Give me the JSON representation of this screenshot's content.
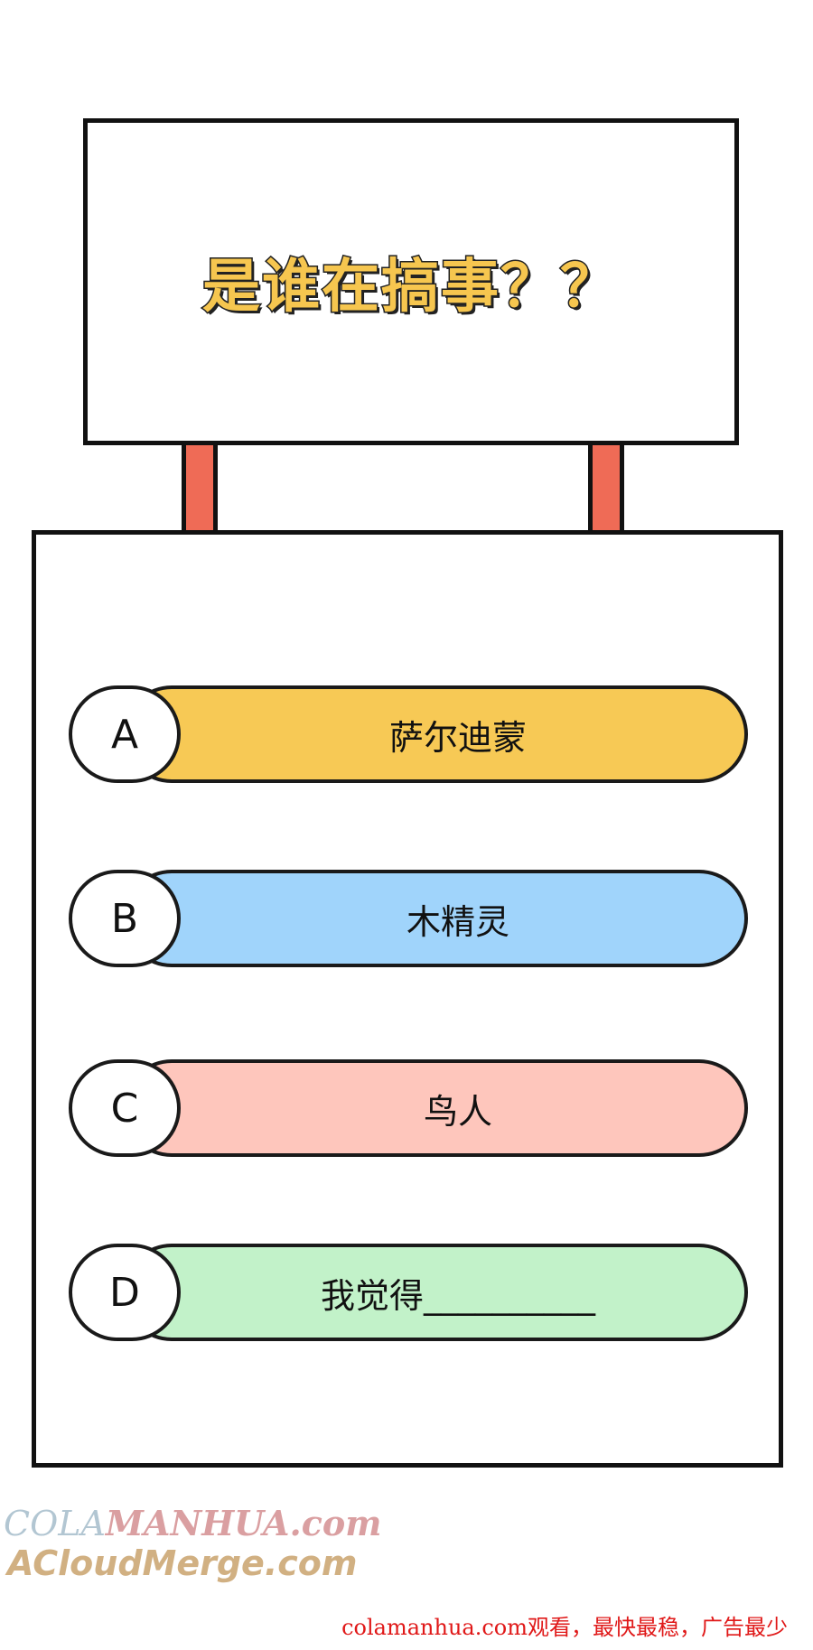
{
  "question": {
    "title": "是谁在搞事？？"
  },
  "options": [
    {
      "letter": "A",
      "text": "萨尔迪蒙",
      "color": "#f7c955"
    },
    {
      "letter": "B",
      "text": "木精灵",
      "color": "#a0d4fb"
    },
    {
      "letter": "C",
      "text": "鸟人",
      "color": "#fec6bc"
    },
    {
      "letter": "D",
      "text": "我觉得__________",
      "color": "#c2f2c9"
    }
  ],
  "watermark": {
    "line1_prefix": "COLA",
    "line1_rest": "MANHUA.com",
    "line2": "ACloudMerge.com"
  },
  "footer": {
    "note": "colamanhua.com观看，最快最稳，广告最少"
  },
  "colors": {
    "sign_post": "#ef6b56",
    "title_fill": "#f6c64f",
    "outline": "#111111",
    "footer_text": "#e01818"
  }
}
